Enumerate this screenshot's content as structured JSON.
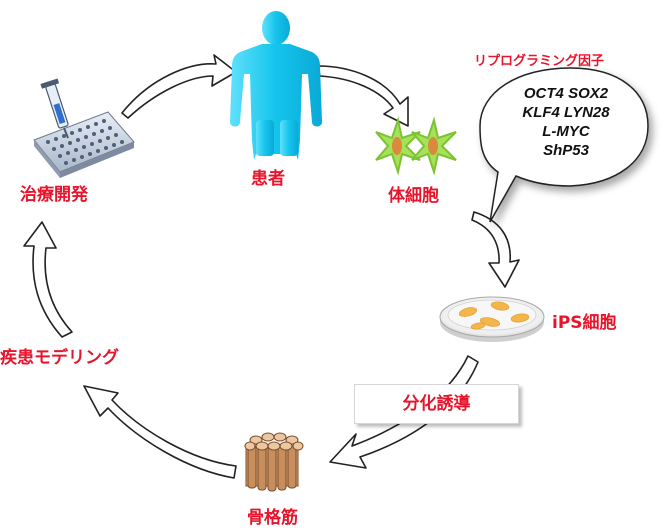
{
  "nodes": {
    "patient": "患者",
    "somatic_cell": "体細胞",
    "ips_cell": "iPS細胞",
    "skeletal_muscle": "骨格筋",
    "disease_modeling": "疾患モデリング",
    "drug_development": "治療開発"
  },
  "reprogramming": {
    "title": "リプログラミング因子",
    "factors": [
      "OCT4  SOX2",
      "KLF4  LYN28",
      "L-MYC",
      "ShP53"
    ]
  },
  "differentiation_label": "分化誘導",
  "colors": {
    "label_red": "#e8142b",
    "patient_cyan": "#1ec8ee",
    "cell_green": "#8fd33a",
    "cell_nucleus": "#d78b3b",
    "ips_orange": "#f4b54a",
    "muscle_tan": "#d9a577"
  }
}
